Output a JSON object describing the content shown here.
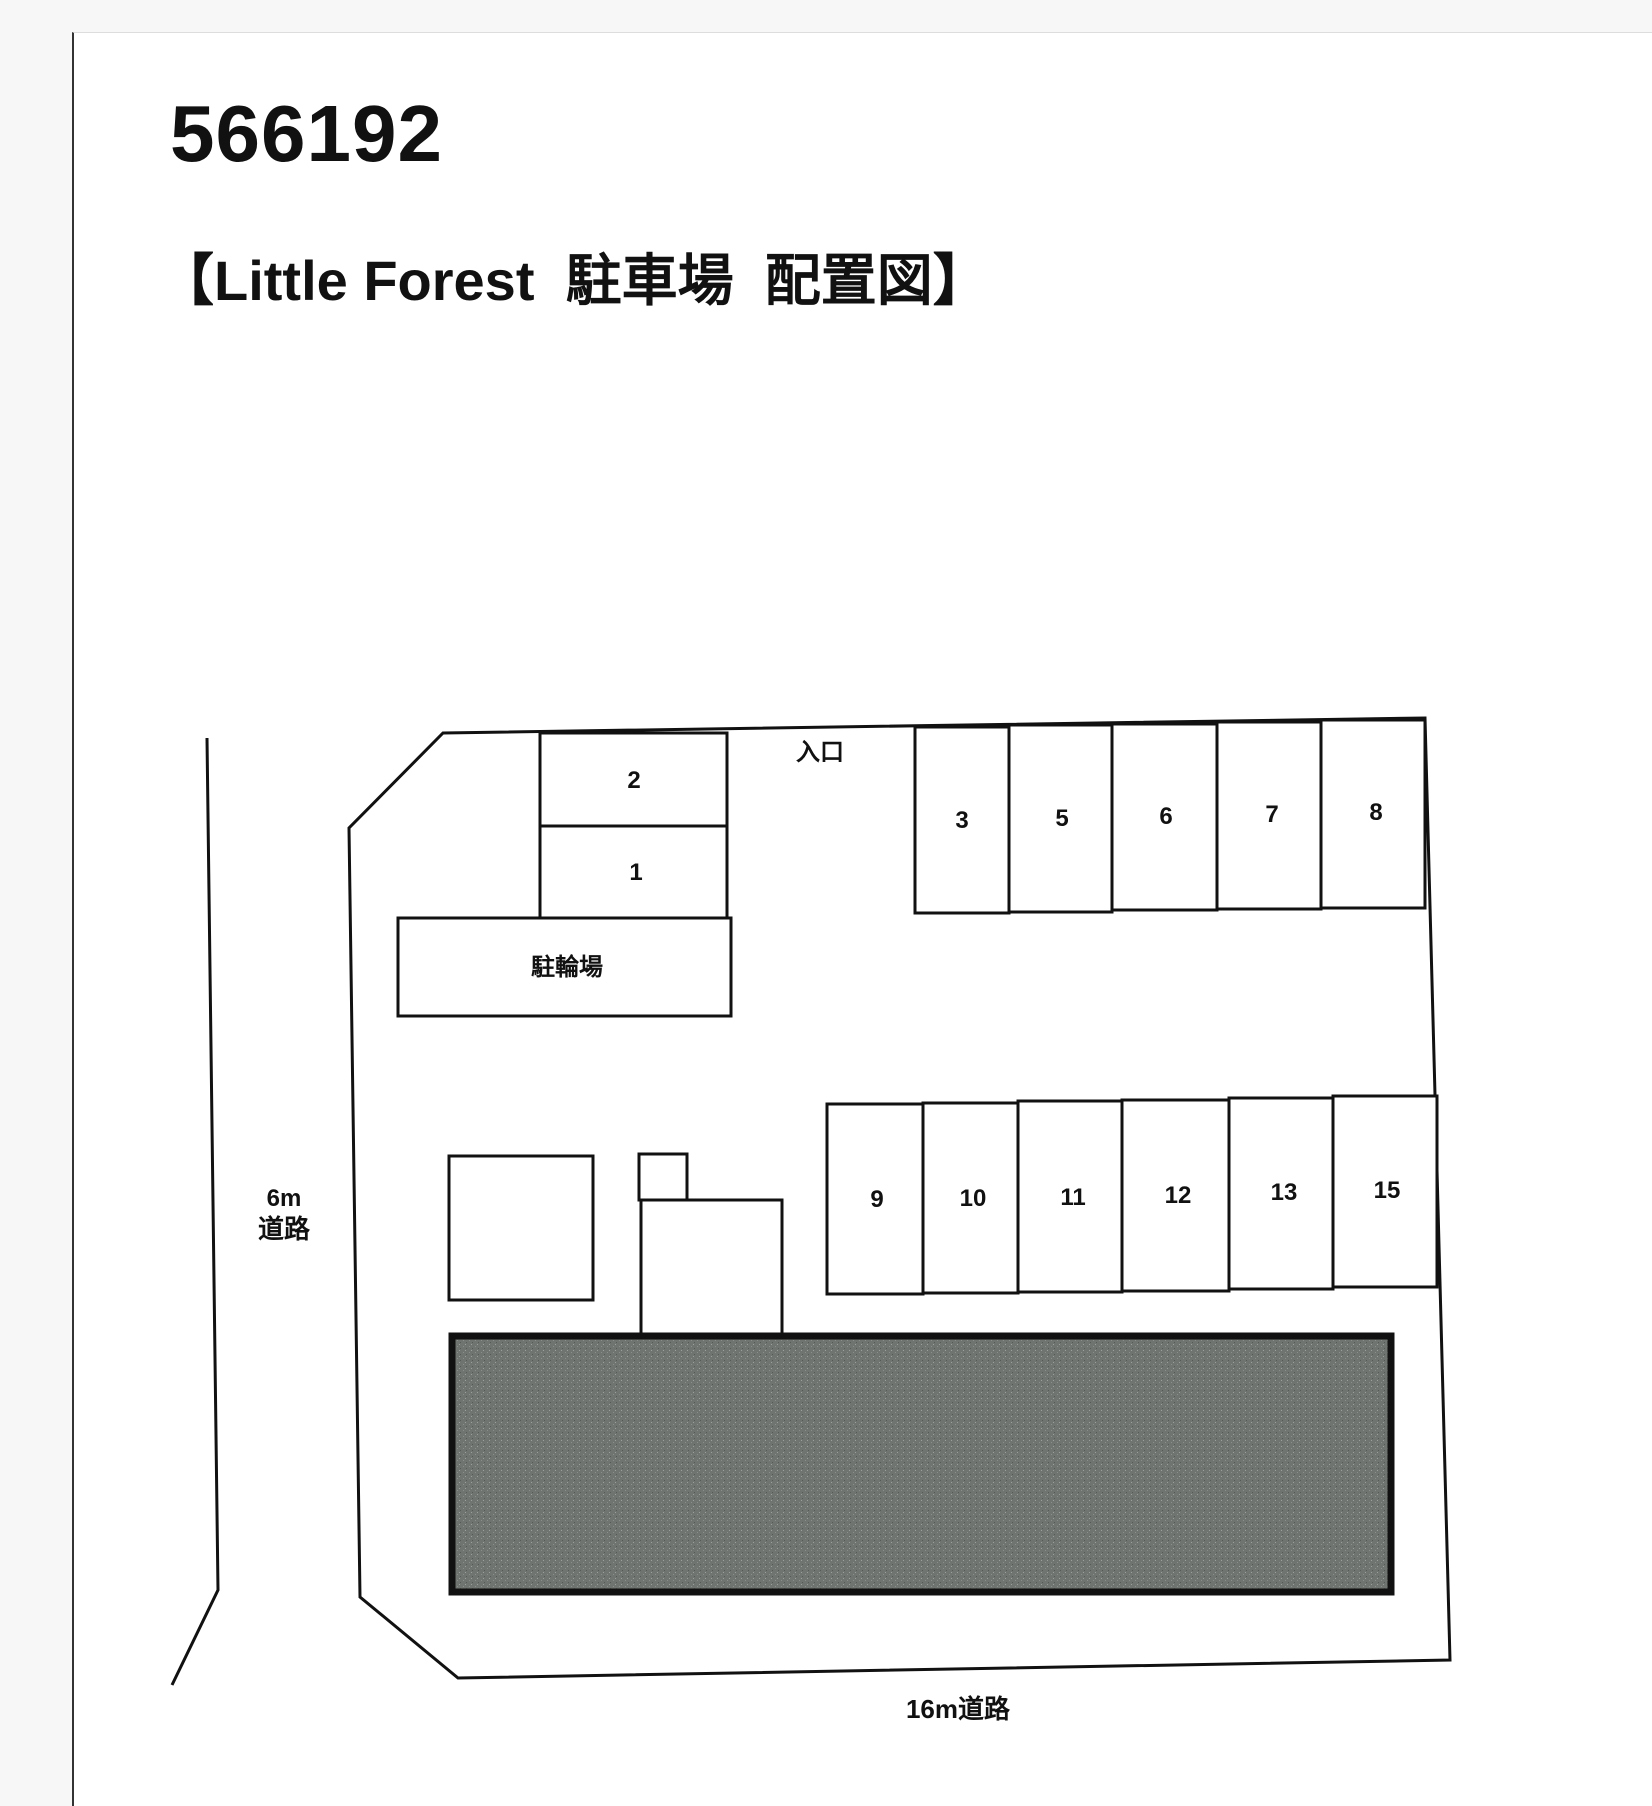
{
  "document": {
    "id": "566192",
    "title": "【Little Forest  駐車場  配置図】"
  },
  "diagram": {
    "entrance_label": "入口",
    "bicycle_parking_label": "駐輪場",
    "west_road_label_line1": "6m",
    "west_road_label_line2": "道路",
    "south_road_label": "16m道路",
    "building_color": "#6f7470",
    "parking_spaces_left": [
      "2",
      "1"
    ],
    "parking_spaces_top": [
      "3",
      "5",
      "6",
      "7",
      "8"
    ],
    "parking_spaces_bottom": [
      "9",
      "10",
      "11",
      "12",
      "13",
      "15"
    ]
  }
}
